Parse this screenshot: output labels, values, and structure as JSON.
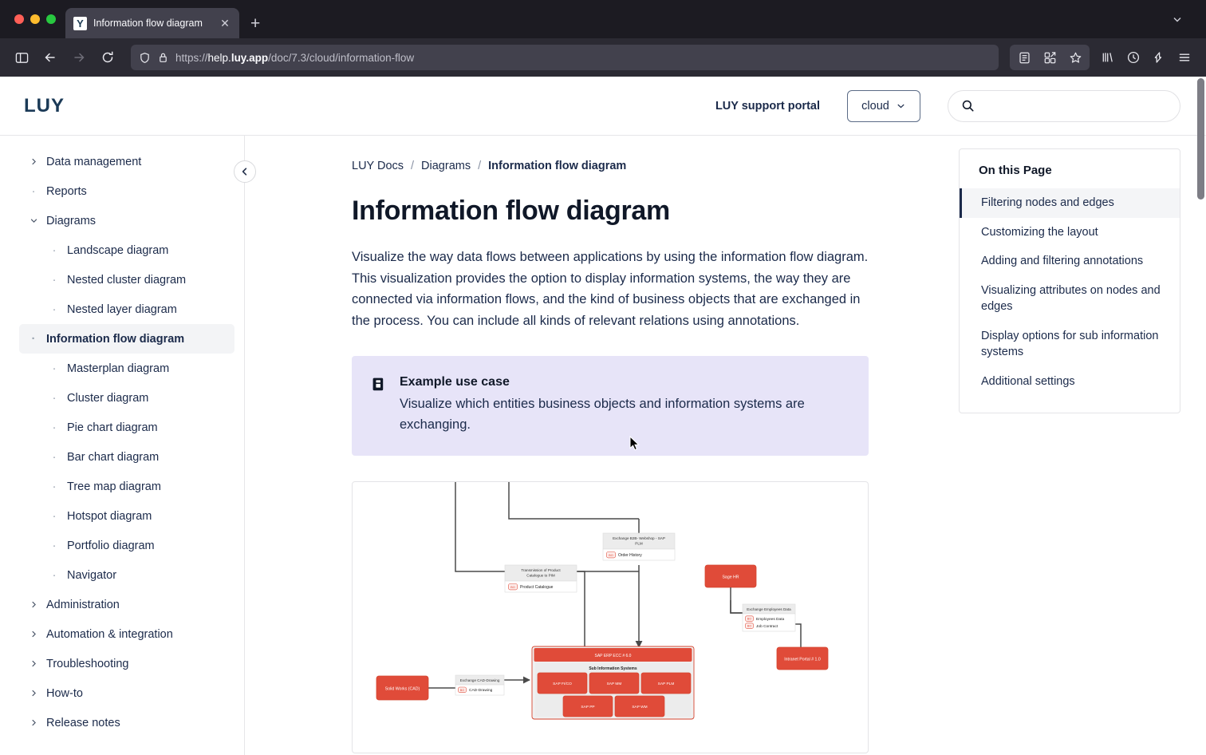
{
  "browser": {
    "tab": {
      "title": "Information flow diagram",
      "favicon_letter": "Y",
      "close_label": "✕"
    },
    "new_tab_label": "+",
    "tabstrip_chevron": "⌄",
    "url": {
      "scheme": "https://",
      "host_prefix": "help.",
      "host_bold": "luy.app",
      "path": "/doc/7.3/cloud/information-flow"
    },
    "nav": {
      "back": "←",
      "forward": "→",
      "reload": "↻"
    },
    "toolbar_icons": [
      "sidebar-icon",
      "shield-icon",
      "lock-icon",
      "reader-view-icon",
      "extensions-icon",
      "bookmark-star-icon",
      "library-icon",
      "history-icon",
      "sync-account-icon",
      "app-menu-icon"
    ]
  },
  "header": {
    "logo": "LUY",
    "support_link": "LUY support portal",
    "version_select": {
      "value": "cloud",
      "chevron": "⌄"
    },
    "search": {
      "placeholder": "",
      "value": ""
    }
  },
  "sidebar": {
    "collapse_label": "‹",
    "items": [
      {
        "label": "Data management",
        "level": 1,
        "marker": "chevron-right",
        "active": false
      },
      {
        "label": "Reports",
        "level": 1,
        "marker": "dot",
        "active": false
      },
      {
        "label": "Diagrams",
        "level": 1,
        "marker": "chevron-down",
        "active": false
      },
      {
        "label": "Landscape diagram",
        "level": 2,
        "marker": "dot",
        "active": false
      },
      {
        "label": "Nested cluster diagram",
        "level": 2,
        "marker": "dot",
        "active": false
      },
      {
        "label": "Nested layer diagram",
        "level": 2,
        "marker": "dot",
        "active": false
      },
      {
        "label": "Information flow diagram",
        "level": 2,
        "marker": "dot",
        "active": true
      },
      {
        "label": "Masterplan diagram",
        "level": 2,
        "marker": "dot",
        "active": false
      },
      {
        "label": "Cluster diagram",
        "level": 2,
        "marker": "dot",
        "active": false
      },
      {
        "label": "Pie chart diagram",
        "level": 2,
        "marker": "dot",
        "active": false
      },
      {
        "label": "Bar chart diagram",
        "level": 2,
        "marker": "dot",
        "active": false
      },
      {
        "label": "Tree map diagram",
        "level": 2,
        "marker": "dot",
        "active": false
      },
      {
        "label": "Hotspot diagram",
        "level": 2,
        "marker": "dot",
        "active": false
      },
      {
        "label": "Portfolio diagram",
        "level": 2,
        "marker": "dot",
        "active": false
      },
      {
        "label": "Navigator",
        "level": 2,
        "marker": "dot",
        "active": false
      },
      {
        "label": "Administration",
        "level": 1,
        "marker": "chevron-right",
        "active": false
      },
      {
        "label": "Automation & integration",
        "level": 1,
        "marker": "chevron-right",
        "active": false
      },
      {
        "label": "Troubleshooting",
        "level": 1,
        "marker": "chevron-right",
        "active": false
      },
      {
        "label": "How-to",
        "level": 1,
        "marker": "chevron-right",
        "active": false
      },
      {
        "label": "Release notes",
        "level": 1,
        "marker": "chevron-right",
        "active": false
      }
    ]
  },
  "main": {
    "breadcrumb": [
      {
        "label": "LUY Docs",
        "current": false
      },
      {
        "label": "Diagrams",
        "current": false
      },
      {
        "label": "Information flow diagram",
        "current": true
      }
    ],
    "breadcrumb_separator": "/",
    "title": "Information flow diagram",
    "intro": "Visualize the way data flows between applications by using the information flow diagram. This visualization provides the option to display information systems, the way they are connected via information flows, and the kind of business objects that are exchanged in the process. You can include all kinds of relevant relations using annotations.",
    "callout": {
      "icon": "note-book-icon",
      "title": "Example use case",
      "text": "Visualize which entities business objects and information systems are exchanging."
    }
  },
  "diagram": {
    "nodes": [
      {
        "id": "sap-erp",
        "label": "SAP ERP ECC # 6.0",
        "type": "system-group"
      },
      {
        "id": "sub-header",
        "label": "Sub Information Systems",
        "type": "group-header"
      },
      {
        "id": "sap-fico",
        "label": "SAP FI/CO",
        "type": "sub-system"
      },
      {
        "id": "sap-mm",
        "label": "SAP MM",
        "type": "sub-system"
      },
      {
        "id": "sap-plm",
        "label": "SAP PLM",
        "type": "sub-system"
      },
      {
        "id": "sap-pp",
        "label": "SAP PP",
        "type": "sub-system"
      },
      {
        "id": "sap-wm",
        "label": "SAP WM",
        "type": "sub-system"
      },
      {
        "id": "solidworks",
        "label": "Solid Works (CAD)",
        "type": "system"
      },
      {
        "id": "sage-hr",
        "label": "Sage HR",
        "type": "system"
      },
      {
        "id": "intranet",
        "label": "Intranet Portal # 1.0",
        "type": "system"
      }
    ],
    "flows": [
      {
        "id": "flow-b2b",
        "label": "Exchange B2B- Webshop -  SAP PLM",
        "objects": [
          {
            "badge": "BO",
            "name": "Order History"
          }
        ]
      },
      {
        "id": "flow-pim",
        "label": "Transmission of Product Catalogue to PIM",
        "objects": [
          {
            "badge": "BO",
            "name": "Product Catalogue"
          }
        ]
      },
      {
        "id": "flow-hr",
        "label": "Exchange Employees Data",
        "objects": [
          {
            "badge": "BO",
            "name": "Employees Data"
          },
          {
            "badge": "BO",
            "name": "Job Contract"
          }
        ]
      },
      {
        "id": "flow-cad",
        "label": "Exchange CAD-Drawing",
        "objects": [
          {
            "badge": "BO",
            "name": "CAD-Drawing"
          }
        ]
      }
    ],
    "colors": {
      "node": "#e04b39",
      "node_border": "#d4452f",
      "group_bg": "#ececec",
      "edge": "#4a4a4a",
      "badge": "#e04b39"
    }
  },
  "toc": {
    "title": "On this Page",
    "items": [
      {
        "label": "Filtering nodes and edges",
        "active": true
      },
      {
        "label": "Customizing the layout",
        "active": false
      },
      {
        "label": "Adding and filtering annotations",
        "active": false
      },
      {
        "label": "Visualizing attributes on nodes and edges",
        "active": false
      },
      {
        "label": "Display options for sub information systems",
        "active": false
      },
      {
        "label": "Additional settings",
        "active": false
      }
    ]
  },
  "colors": {
    "brand": "#1b3a57",
    "accent_red": "#e04b39",
    "callout_bg": "#e7e4f8",
    "chrome_bg": "#1c1b22",
    "navbar_bg": "#2b2a33"
  }
}
